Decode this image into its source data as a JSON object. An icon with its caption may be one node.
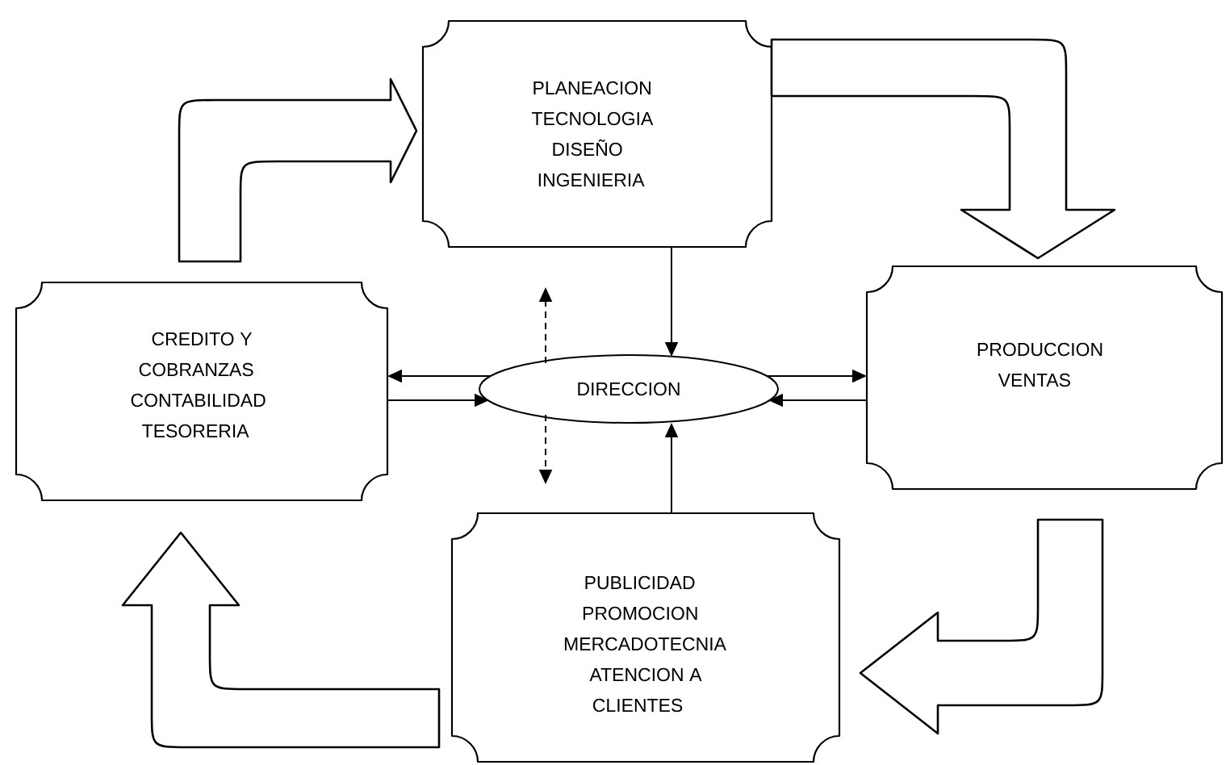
{
  "diagram": {
    "nodes": [
      {
        "text": [
          "PLANEACION",
          "TECNOLOGIA",
          "DISEÑO",
          "INGENIERIA"
        ]
      },
      {
        "text": [
          "CREDITO Y COBRANZAS",
          "CONTABILIDAD",
          "TESORERIA"
        ]
      },
      {
        "text": [
          "DIRECCION"
        ]
      },
      {
        "text": [
          "PRODUCCION",
          "VENTAS"
        ]
      },
      {
        "text": [
          "PUBLICIDAD",
          "PROMOCION",
          "MERCADOTECNIA",
          "ATENCION A CLIENTES"
        ]
      }
    ],
    "edges": [
      {
        "from": 1,
        "to": 0,
        "arrow": "to",
        "style": "thick"
      },
      {
        "from": 0,
        "to": 3,
        "arrow": "to",
        "style": "thick"
      },
      {
        "from": 3,
        "to": 4,
        "arrow": "to",
        "style": "thick"
      },
      {
        "from": 4,
        "to": 1,
        "arrow": "to",
        "style": "thick"
      },
      {
        "from": 0,
        "to": 2,
        "arrow": "to"
      },
      {
        "from": 2,
        "to": 0,
        "arrow": "to",
        "style": "dashed"
      },
      {
        "from": 2,
        "to": 1,
        "arrow": "to"
      },
      {
        "from": 1,
        "to": 2,
        "arrow": "to"
      },
      {
        "from": 2,
        "to": 3,
        "arrow": "to"
      },
      {
        "from": 3,
        "to": 2,
        "arrow": "to"
      },
      {
        "from": 4,
        "to": 2,
        "arrow": "to"
      },
      {
        "from": 2,
        "to": 4,
        "arrow": "to",
        "style": "dashed"
      }
    ]
  }
}
